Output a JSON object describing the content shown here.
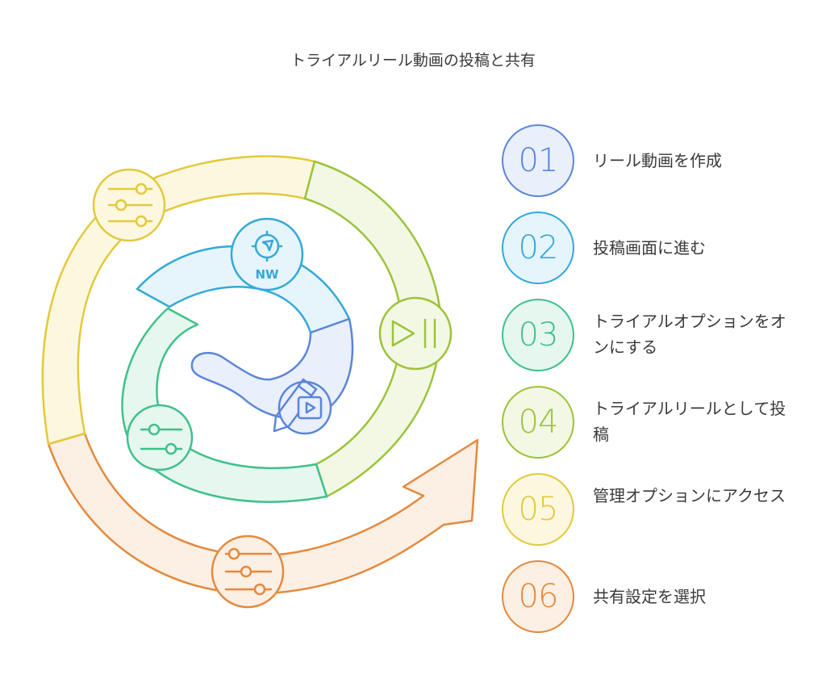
{
  "title": "トライアルリール動画の投稿と共有",
  "steps": [
    {
      "num": "01",
      "label": "リール動画を作成",
      "stroke": "#5b86d8",
      "fill": "#e9effb",
      "text": "#5b86d8"
    },
    {
      "num": "02",
      "label": "投稿画面に進む",
      "stroke": "#34a9d8",
      "fill": "#e6f5fb",
      "text": "#34a9d8"
    },
    {
      "num": "03",
      "label": "トライアルオプションをオンにする",
      "stroke": "#3ec18a",
      "fill": "#e6f7ef",
      "text": "#3ec18a"
    },
    {
      "num": "04",
      "label": "トライアルリールとして投稿",
      "stroke": "#9cc33a",
      "fill": "#f3f8e4",
      "text": "#9cc33a"
    },
    {
      "num": "05",
      "label": "管理オプションにアクセス",
      "stroke": "#e3c93a",
      "fill": "#fcf8e0",
      "text": "#e3c93a"
    },
    {
      "num": "06",
      "label": "共有設定を選択",
      "stroke": "#e48a3c",
      "fill": "#fcefe4",
      "text": "#e48a3c"
    }
  ],
  "badge_text": "NW",
  "icons": {
    "step1": "pencil-video-icon",
    "step2": "compass-icon",
    "step3": "sliders-icon",
    "step4": "play-pause-icon",
    "step5": "sliders-icon",
    "step6": "sliders-icon"
  }
}
